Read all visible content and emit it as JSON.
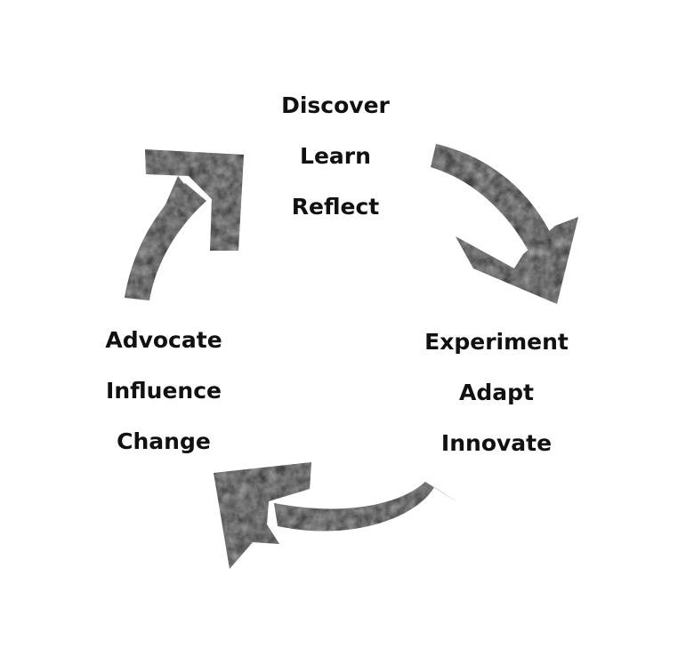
{
  "cycle": {
    "top_group": [
      "Discover",
      "Learn",
      "Reflect"
    ],
    "right_group": [
      "Experiment",
      "Adapt",
      "Innovate"
    ],
    "left_group": [
      "Advocate",
      "Influence",
      "Change"
    ]
  },
  "colors": {
    "arrow_fill": "#2d2d2d",
    "arrow_texture": "#5a5a5a",
    "text": "#111111",
    "background": "#ffffff"
  },
  "icons": {
    "top_left_arrow": "curved-arrow-up-right-icon",
    "top_right_arrow": "curved-arrow-down-right-icon",
    "bottom_arrow": "curved-arrow-left-icon"
  }
}
